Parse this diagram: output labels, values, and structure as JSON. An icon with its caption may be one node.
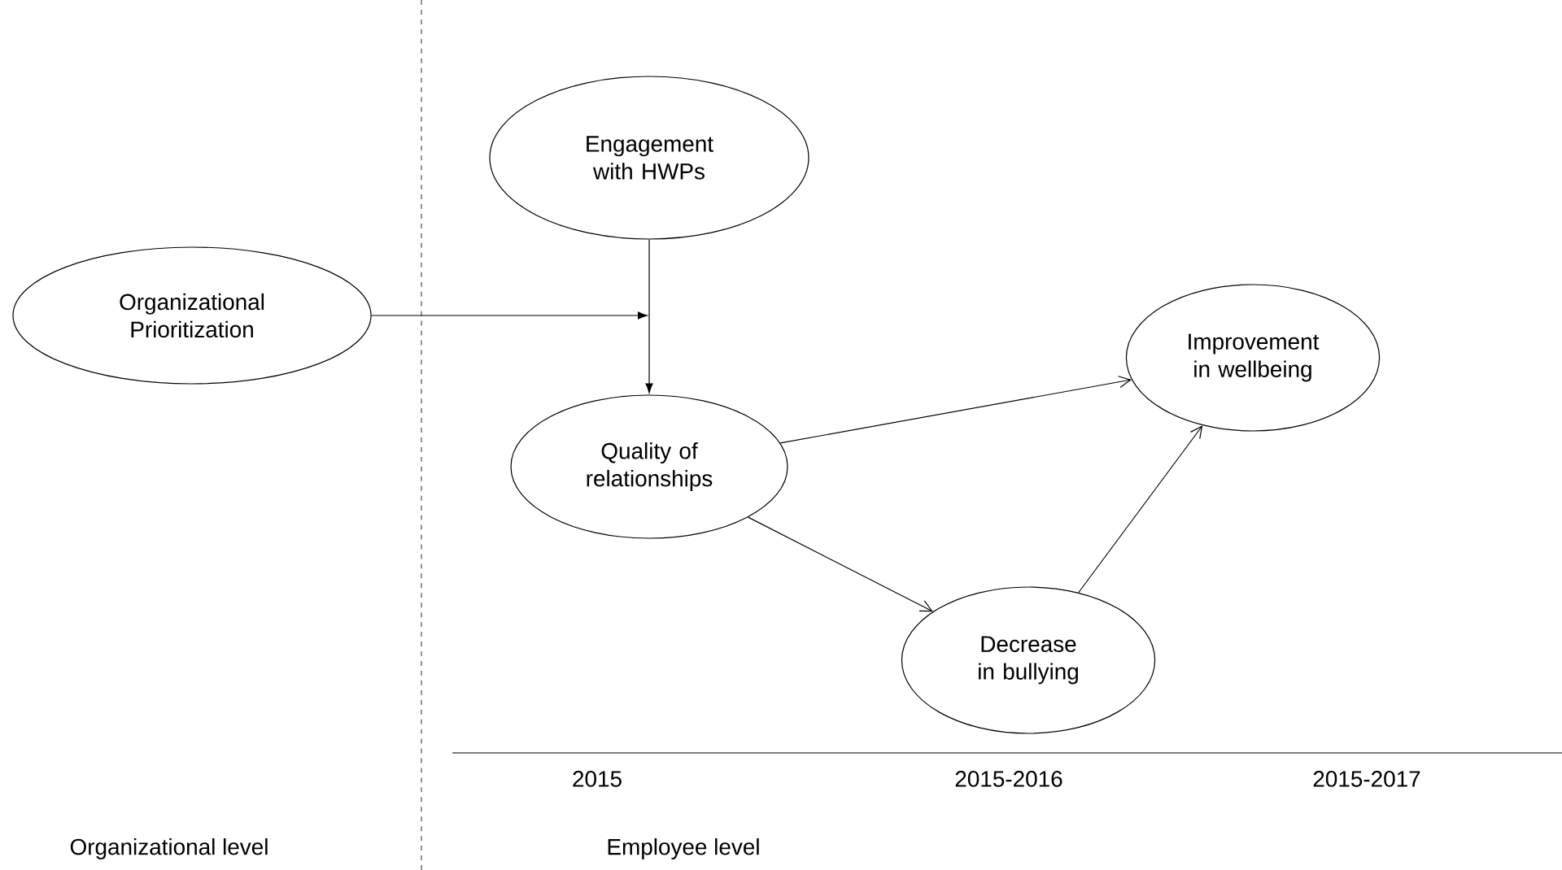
{
  "diagram": {
    "nodes": [
      {
        "text": [
          "Organizational Prioritization"
        ]
      },
      {
        "text": [
          "Engagement with HWPs"
        ]
      },
      {
        "text": [
          "Quality of relationships"
        ]
      },
      {
        "text": [
          "Improvement in wellbeing"
        ]
      },
      {
        "text": [
          "Decrease in bullying"
        ]
      }
    ],
    "edges": [
      {
        "from": 1,
        "to": 2,
        "arrow": "to"
      },
      {
        "from": 0,
        "to": null,
        "arrow": "to"
      },
      {
        "from": 2,
        "to": 3,
        "arrow": "to"
      },
      {
        "from": 2,
        "to": 4,
        "arrow": "to"
      },
      {
        "from": 4,
        "to": 3,
        "arrow": "to"
      }
    ],
    "labels": [
      "2015",
      "2015-2016",
      "2015-2017",
      "Organizational level",
      "Employee level"
    ]
  }
}
